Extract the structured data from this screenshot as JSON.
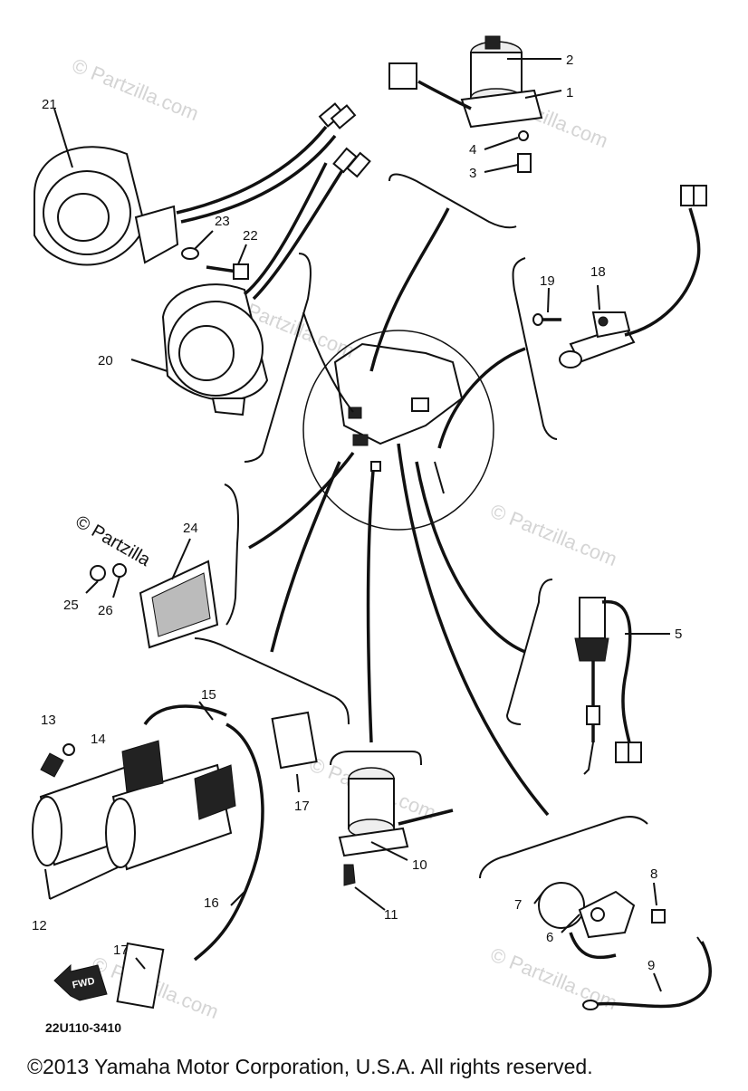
{
  "diagram": {
    "part_code": "22U110-3410",
    "copyright": "©2013 Yamaha Motor Corporation, U.S.A. All rights reserved.",
    "watermarks": [
      "© Partzilla.com",
      "© Partzilla.com",
      "© Partzilla.com",
      "© Partzilla.com",
      "© Partzilla.com",
      "© Partzilla.com",
      "© Partzilla.com"
    ],
    "copyright_mark": "© Partzilla",
    "direction_label": "FWD",
    "callouts": {
      "c1": "1",
      "c2": "2",
      "c3": "3",
      "c4": "4",
      "c5": "5",
      "c6": "6",
      "c7": "7",
      "c8": "8",
      "c9": "9",
      "c10": "10",
      "c11": "11",
      "c12": "12",
      "c13": "13",
      "c14": "14",
      "c15": "15",
      "c16": "16",
      "c17a": "17",
      "c17b": "17",
      "c18": "18",
      "c19": "19",
      "c20": "20",
      "c21": "21",
      "c22": "22",
      "c23": "23",
      "c24": "24",
      "c25": "25",
      "c26": "26"
    }
  }
}
